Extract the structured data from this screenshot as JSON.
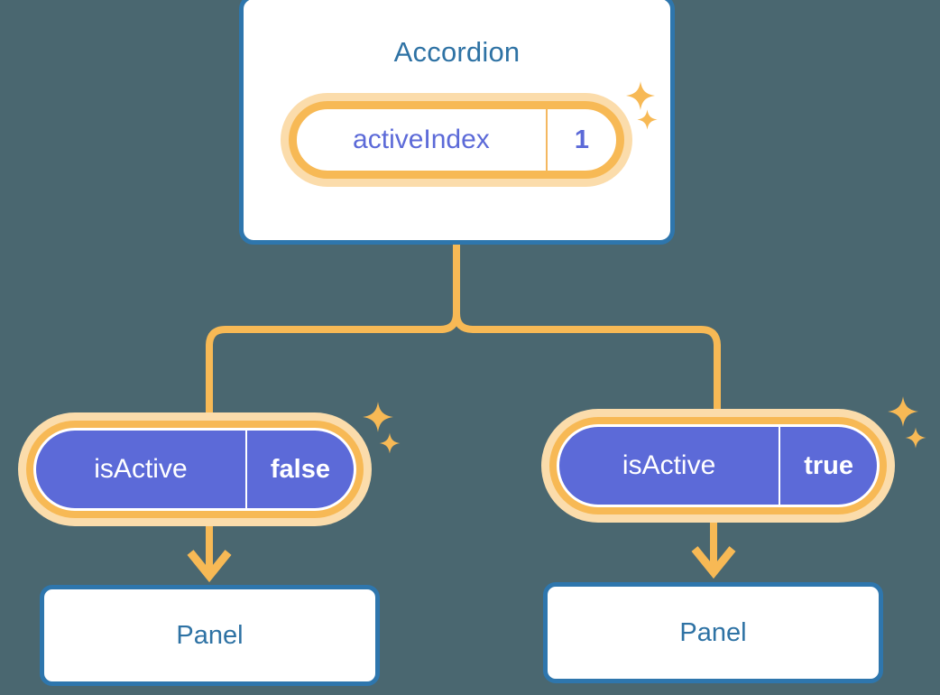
{
  "theme": {
    "background": "#4a6770",
    "card_border": "#2e76ad",
    "title_text": "#2e72a4",
    "pill_ring": "#f7b955",
    "pill_ring_glow": "#fbdcab",
    "pill_solid_fill": "#5c6ad8",
    "prop_text": "#5c6ad8",
    "connector": "#f7b955",
    "sparkle": "#f7b955"
  },
  "diagram": {
    "type": "component-tree",
    "root": {
      "title": "Accordion",
      "state_badge": {
        "key": "activeIndex",
        "value": "1",
        "style": "light"
      },
      "sparkle_count": 2
    },
    "children": [
      {
        "position": "left",
        "prop_badge": {
          "key": "isActive",
          "value": "false",
          "style": "solid"
        },
        "sparkle_count": 2,
        "panel": {
          "title": "Panel"
        }
      },
      {
        "position": "right",
        "prop_badge": {
          "key": "isActive",
          "value": "true",
          "style": "solid"
        },
        "sparkle_count": 2,
        "panel": {
          "title": "Panel"
        }
      }
    ]
  }
}
